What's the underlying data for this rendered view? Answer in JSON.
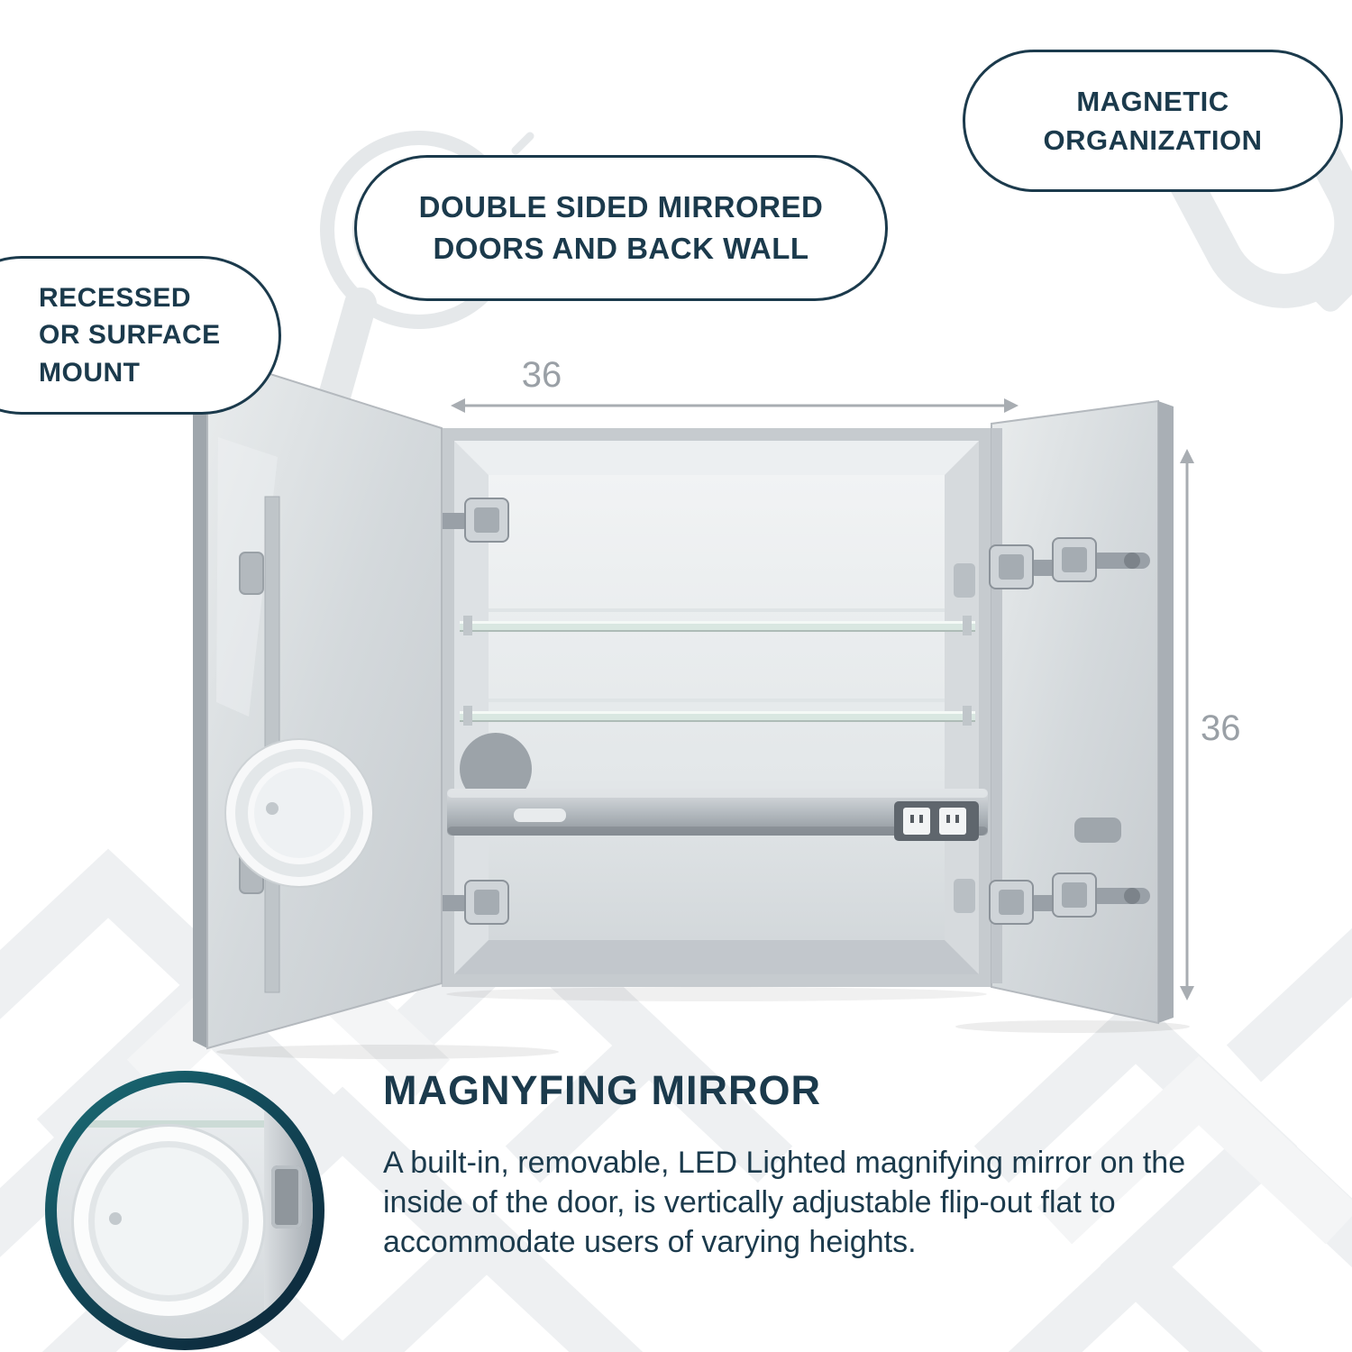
{
  "callouts": {
    "recessed_mount": {
      "lines": [
        "RECESSED",
        "OR SURFACE",
        "MOUNT"
      ]
    },
    "double_sided": {
      "lines": [
        "DOUBLE SIDED MIRRORED",
        "DOORS AND BACK WALL"
      ]
    },
    "magnetic_organization": {
      "lines": [
        "MAGNETIC",
        "ORGANIZATION"
      ]
    }
  },
  "dimensions": {
    "width_inches": "36",
    "height_inches": "36"
  },
  "feature": {
    "title": "MAGNYFING MIRROR",
    "description": "A built-in, removable, LED Lighted magnifying mirror on the inside of the door, is vertically adjustable flip-out flat to accommodate users of varying heights."
  },
  "icons": {
    "hand_mirror": "hand-mirror-icon",
    "magnet": "magnet-icon",
    "chevron_pattern": "chevron-pattern"
  },
  "colors": {
    "navy_text": "#1b3a4c",
    "detail_ring_teal": "#1d7078",
    "detail_ring_navy": "#0e2e40",
    "dimension_gray": "#9aa0a6",
    "watermark_gray": "#e7eaec"
  }
}
